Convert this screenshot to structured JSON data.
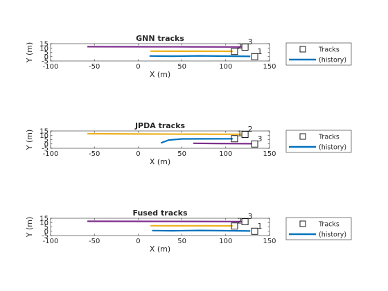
{
  "chart_data": [
    {
      "type": "line",
      "title": "GNN tracks",
      "xlabel": "X (m)",
      "ylabel": "Y (m)",
      "xlim": [
        -100,
        150
      ],
      "ylim": [
        -5,
        15
      ],
      "xticks": [
        -100,
        -50,
        0,
        50,
        100,
        150
      ],
      "yticks": [
        -5,
        0,
        5,
        10,
        15
      ],
      "grid": false,
      "legend": {
        "placement": "outside-right",
        "entries": [
          "Tracks",
          "(history)"
        ]
      },
      "tracks": [
        {
          "id": "1",
          "x": 133,
          "y": 0,
          "history_color": "#0072BD",
          "history": [
            [
              13,
              0.8
            ],
            [
              40,
              0.5
            ],
            [
              70,
              0.9
            ],
            [
              100,
              0.6
            ],
            [
              128,
              0.3
            ]
          ]
        },
        {
          "id": "2",
          "x": 110,
          "y": 6,
          "history_color": "#EDB120",
          "history": [
            [
              14,
              6.4
            ],
            [
              60,
              6.3
            ],
            [
              108,
              6.2
            ]
          ]
        },
        {
          "id": "3",
          "x": 122,
          "y": 11,
          "history_color": "#7E2F8E",
          "history": [
            [
              -58,
              11.5
            ],
            [
              0,
              11.4
            ],
            [
              60,
              11.3
            ],
            [
              118,
              11.2
            ]
          ]
        }
      ]
    },
    {
      "type": "line",
      "title": "JPDA tracks",
      "xlabel": "X (m)",
      "ylabel": "Y (m)",
      "xlim": [
        -100,
        150
      ],
      "ylim": [
        -5,
        15
      ],
      "xticks": [
        -100,
        -50,
        0,
        50,
        100,
        150
      ],
      "yticks": [
        -5,
        0,
        5,
        10,
        15
      ],
      "grid": false,
      "legend": {
        "placement": "outside-right",
        "entries": [
          "Tracks",
          "(history)"
        ]
      },
      "tracks": [
        {
          "id": "1",
          "x": 110,
          "y": 6,
          "history_color": "#0072BD",
          "history": [
            [
              26,
              1.2
            ],
            [
              35,
              4.5
            ],
            [
              50,
              5.8
            ],
            [
              80,
              5.9
            ],
            [
              108,
              6
            ]
          ]
        },
        {
          "id": "2",
          "x": 122,
          "y": 11,
          "history_color": "#EDB120",
          "history": [
            [
              -58,
              11.8
            ],
            [
              0,
              11.5
            ],
            [
              60,
              11.3
            ],
            [
              118,
              11.2
            ]
          ]
        },
        {
          "id": "3",
          "x": 133,
          "y": 0,
          "history_color": "#7E2F8E",
          "history": [
            [
              63,
              0.8
            ],
            [
              90,
              0.5
            ],
            [
              130,
              0.3
            ]
          ]
        }
      ]
    },
    {
      "type": "line",
      "title": "Fused tracks",
      "xlabel": "X (m)",
      "ylabel": "Y (m)",
      "xlim": [
        -100,
        150
      ],
      "ylim": [
        -5,
        15
      ],
      "xticks": [
        -100,
        -50,
        0,
        50,
        100,
        150
      ],
      "yticks": [
        -5,
        0,
        5,
        10,
        15
      ],
      "grid": false,
      "legend": {
        "placement": "outside-right",
        "entries": [
          "Tracks",
          "(history)"
        ]
      },
      "tracks": [
        {
          "id": "1",
          "x": 133,
          "y": 0,
          "history_color": "#0072BD",
          "history": [
            [
              16,
              0.8
            ],
            [
              40,
              0.5
            ],
            [
              70,
              0.9
            ],
            [
              100,
              0.6
            ],
            [
              128,
              0.3
            ]
          ]
        },
        {
          "id": "2",
          "x": 110,
          "y": 6,
          "history_color": "#EDB120",
          "history": [
            [
              14,
              6.4
            ],
            [
              60,
              6.3
            ],
            [
              108,
              6.2
            ]
          ]
        },
        {
          "id": "3",
          "x": 122,
          "y": 11,
          "history_color": "#7E2F8E",
          "history": [
            [
              -58,
              11.5
            ],
            [
              0,
              11.4
            ],
            [
              60,
              11.3
            ],
            [
              118,
              11.2
            ]
          ]
        }
      ]
    }
  ]
}
